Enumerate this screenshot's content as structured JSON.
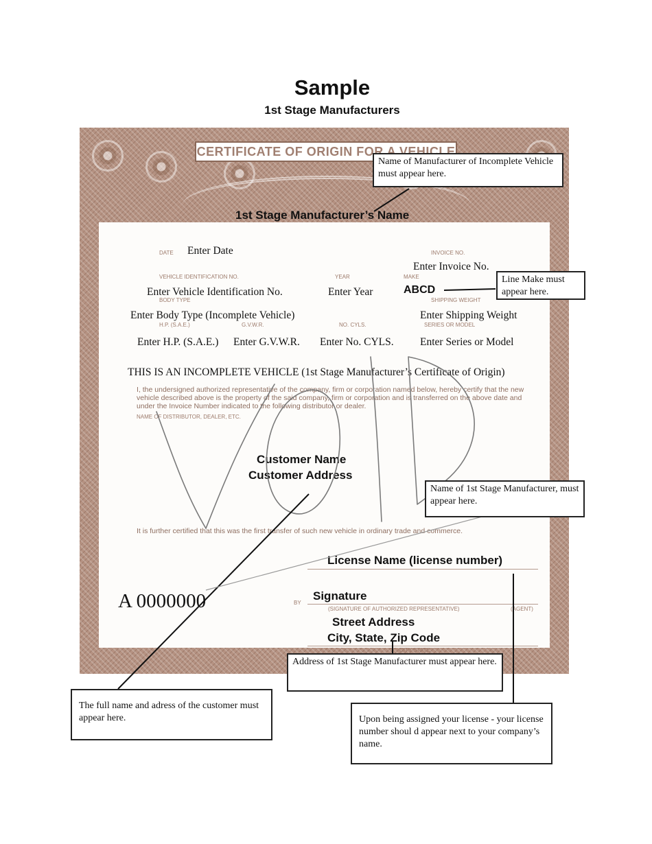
{
  "header": {
    "title": "Sample",
    "subtitle": "1st Stage Manufacturers"
  },
  "certificate": {
    "banner": "CERTIFICATE OF ORIGIN FOR A VEHICLE",
    "manufacturer_name": "1st Stage Manufacturer’s Name",
    "labels": {
      "date": "DATE",
      "invoice": "INVOICE NO.",
      "vin": "VEHICLE IDENTIFICATION NO.",
      "year": "YEAR",
      "make": "MAKE",
      "body_type": "BODY TYPE",
      "shipping_weight": "SHIPPING WEIGHT",
      "hp": "H.P. (S.A.E.)",
      "gvwr": "G.V.W.R.",
      "cyls": "NO. CYLS.",
      "series": "SERIES OR MODEL",
      "distributor": "NAME OF DISTRIBUTOR, DEALER, ETC.",
      "by": "BY",
      "signature_caption": "(SIGNATURE OF AUTHORIZED REPRESENTATIVE)",
      "agent": "(AGENT)",
      "city_state": "CITY STATE"
    },
    "values": {
      "date": "Enter Date",
      "invoice": "Enter Invoice No.",
      "vin": "Enter Vehicle Identification No.",
      "year": "Enter Year",
      "make": "ABCD",
      "body_type": "Enter Body Type (Incomplete Vehicle)",
      "shipping_weight": "Enter Shipping Weight",
      "hp": "Enter H.P. (S.A.E.)",
      "gvwr": "Enter G.V.W.R.",
      "cyls": "Enter No. CYLS.",
      "series": "Enter Series or Model"
    },
    "incomplete_statement": "THIS IS AN INCOMPLETE VEHICLE (1st Stage Manufacturer’s Certificate of Origin)",
    "certify_text": "I, the undersigned authorized representative of the company, firm or corporation named below, hereby certify that the new vehicle described above is the property of the said company, firm or corporation and is transferred on the above date and under the Invoice Number indicated to the following distributor or dealer.",
    "customer_name": "Customer Name",
    "customer_address": "Customer Address",
    "further_certified": "It is further certified that this was the first transfer of such new vehicle in ordinary trade and commerce.",
    "license_name": "License Name  (license number)",
    "serial_number": "A 0000000",
    "signature": "Signature",
    "street_address": "Street Address",
    "city_state_zip": "City, State, Zip Code",
    "void_mark": "VOID"
  },
  "annotations": {
    "manufacturer_box": "Name of Manufacturer of Incomplete Vehicle must appear here.",
    "line_make_box": "Line Make must appear here.",
    "first_stage_box": "Name of 1st Stage Manufacturer, must appear here.",
    "address_box": "Address of 1st Stage Manufacturer must appear here.",
    "customer_box": "The full name and adress of the customer must appear here.",
    "license_box": "Upon being assigned your license - your license number shoul d appear next to your company’s name."
  },
  "colors": {
    "border": "#b59282",
    "ink": "#111111",
    "faint_label": "#9c7a6b"
  }
}
